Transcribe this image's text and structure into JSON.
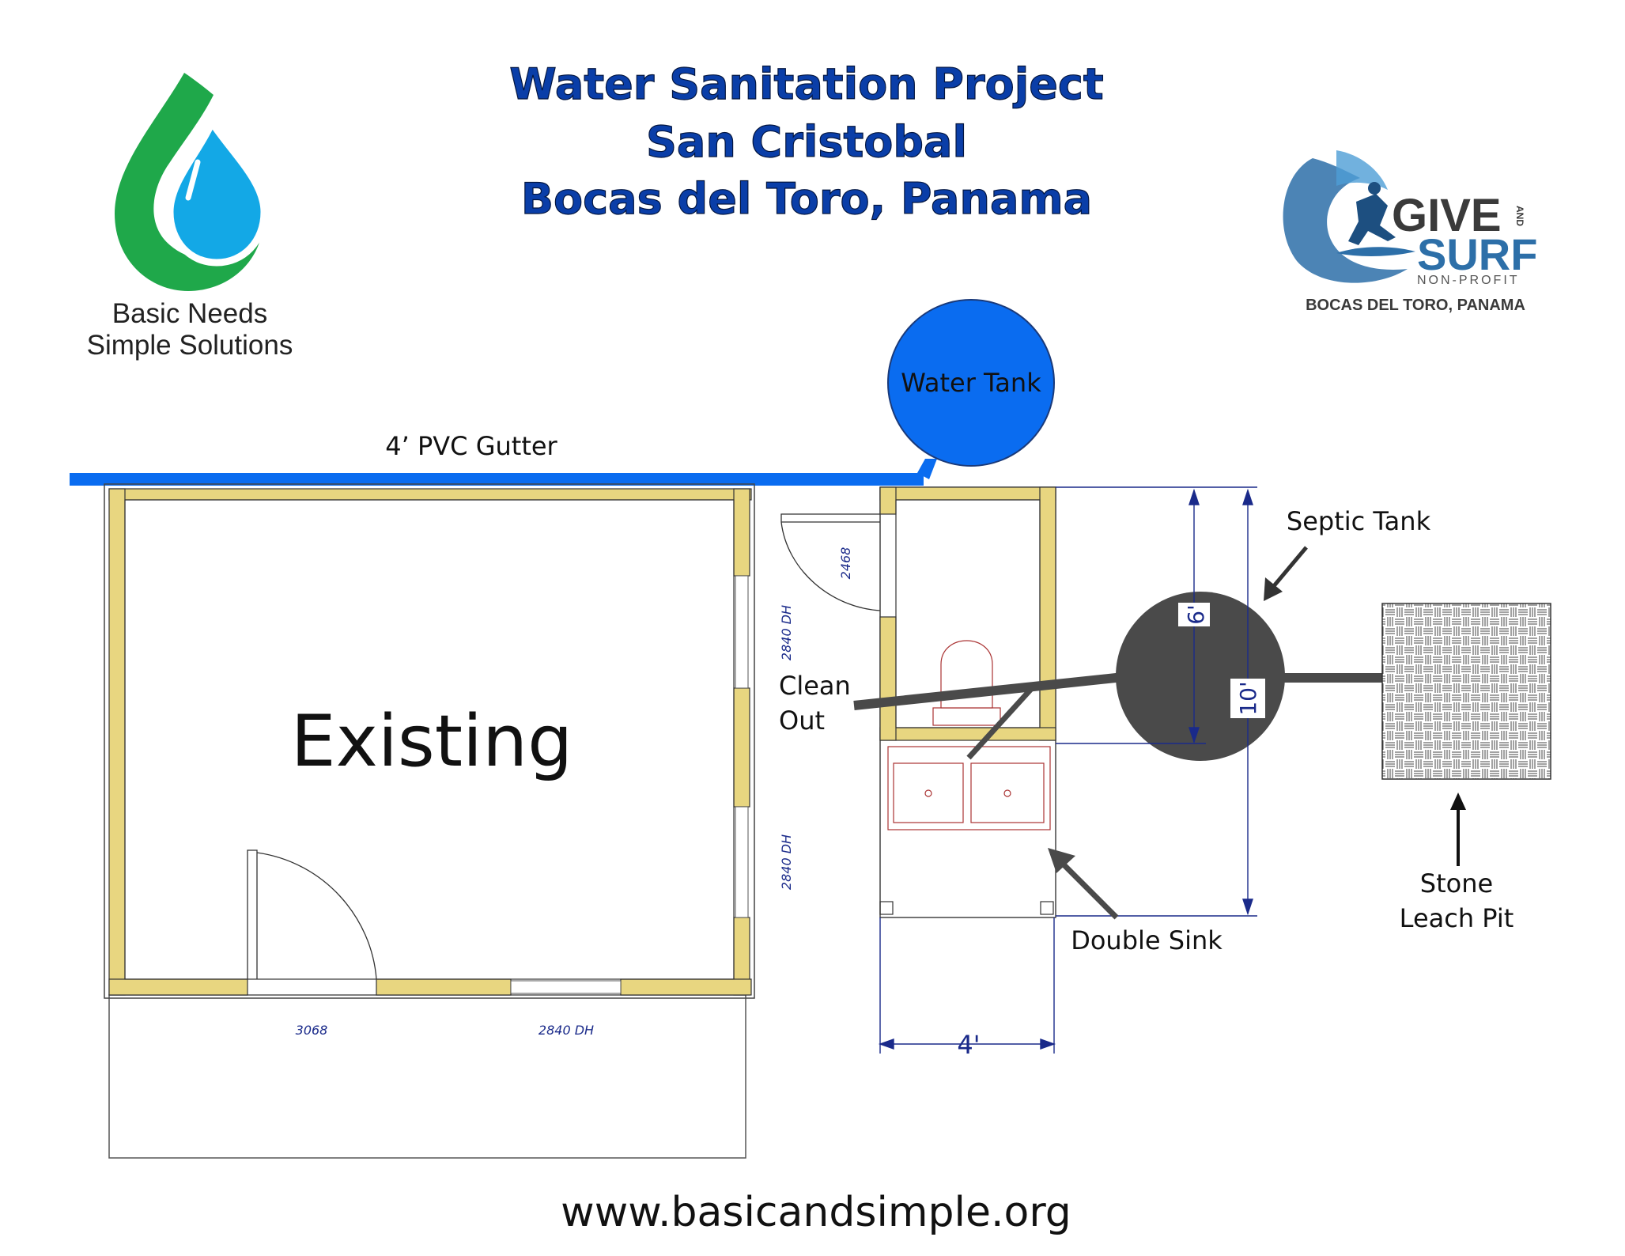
{
  "title": {
    "line1": "Water Sanitation Project",
    "line2": "San Cristobal",
    "line3": "Bocas del Toro, Panama"
  },
  "logo_left": {
    "line1": "Basic Needs",
    "line2": "Simple Solutions"
  },
  "logo_right": {
    "give": "GIVE",
    "and": "AND",
    "surf": "SURF",
    "nonprofit": "NON-PROFIT",
    "location": "BOCAS DEL TORO, PANAMA"
  },
  "labels": {
    "gutter": "4’ PVC Gutter",
    "water_tank": "Water Tank",
    "septic_tank": "Septic Tank",
    "clean_out_1": "Clean",
    "clean_out_2": "Out",
    "double_sink": "Double Sink",
    "leach_pit_1": "Stone",
    "leach_pit_2": "Leach Pit",
    "existing": "Existing",
    "website": "www.basicandsimple.org"
  },
  "dimensions": {
    "width": "4'",
    "tank_dia": "6'",
    "length": "10'"
  },
  "door_window_codes": {
    "bath_door": "2468",
    "window_side_1": "2840 DH",
    "window_side_2": "2840 DH",
    "main_door": "3068",
    "window_front": "2840 DH"
  },
  "colors": {
    "water_blue": "#0a6cf0",
    "title_blue": "#0a3ea8",
    "wall_yellow": "#e8d680",
    "septic_gray": "#4a4a4a",
    "logo_green": "#1fa84a",
    "logo_cyan": "#13a8e6",
    "surf_blue": "#2d6fa8",
    "dim_blue": "#1a2a8a"
  }
}
